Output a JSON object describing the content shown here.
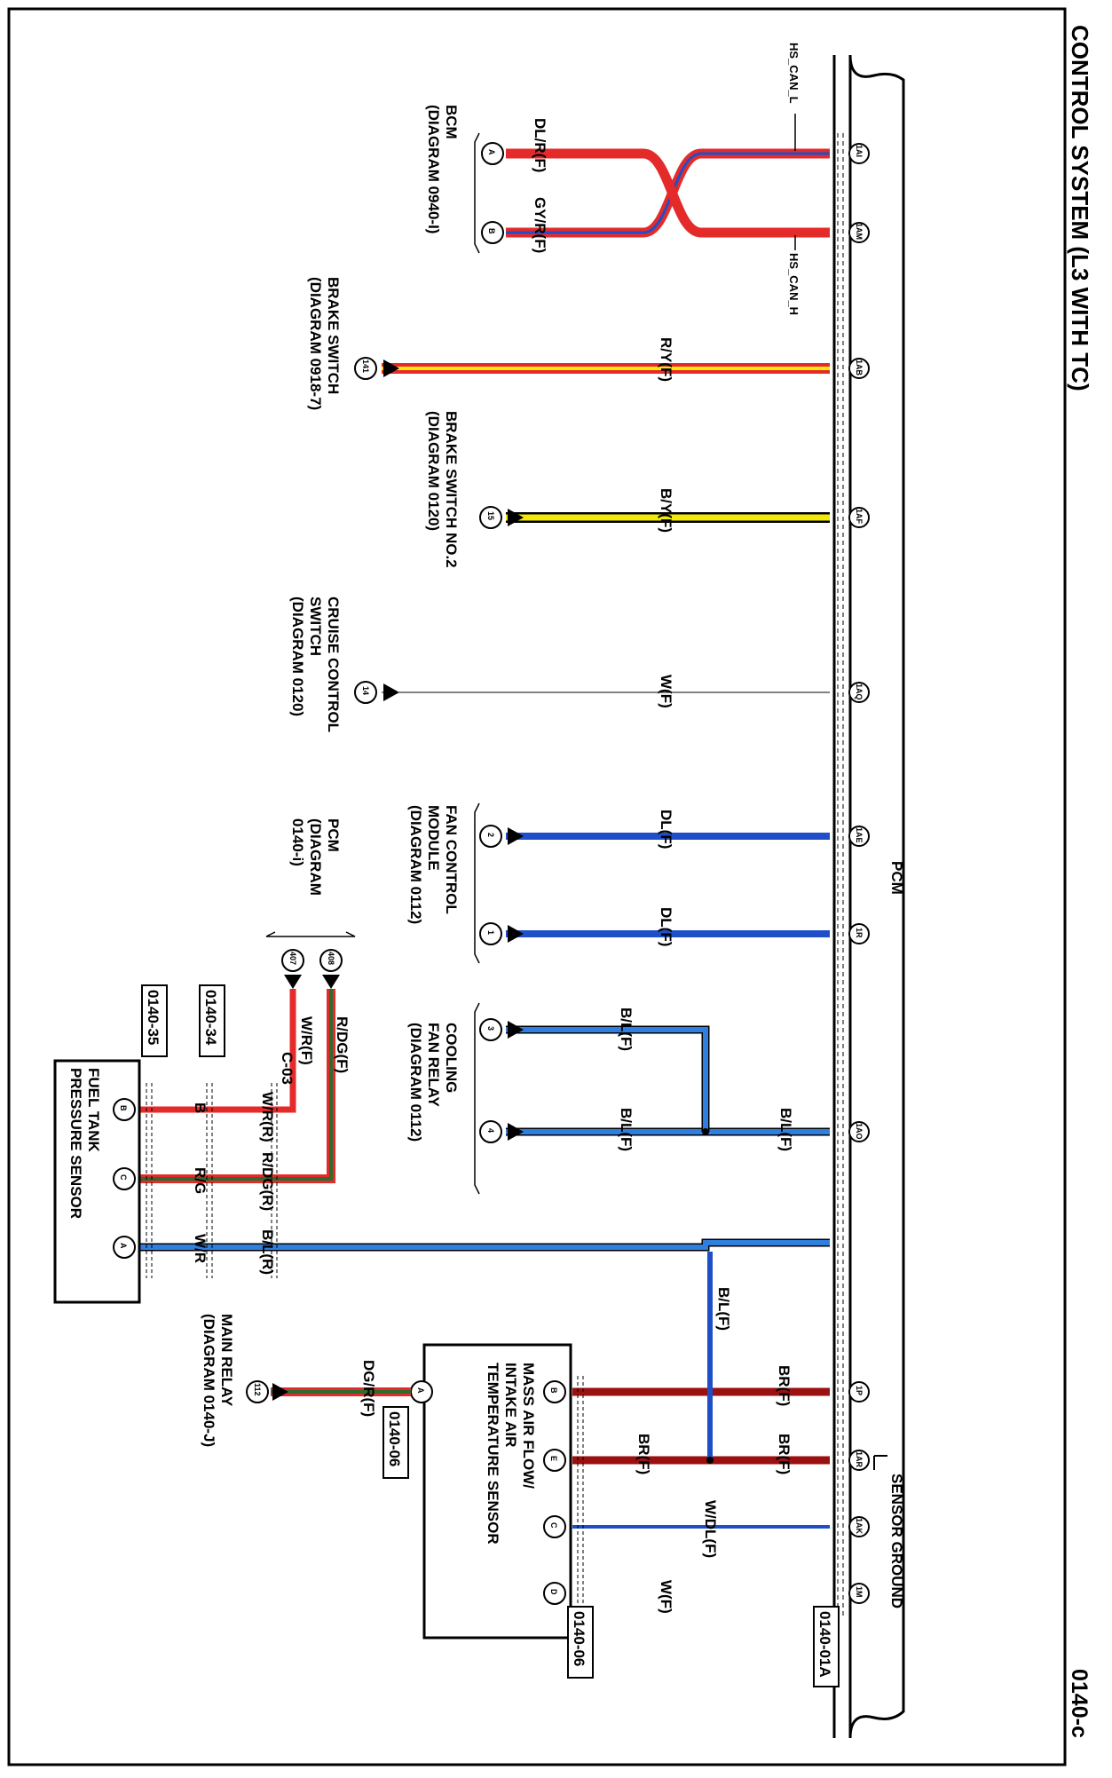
{
  "header": {
    "title": "CONTROL SYSTEM (L3 WITH TC)",
    "page_code": "0140-c"
  },
  "pcm": {
    "label": "PCM",
    "connector_ref": "0140-01A",
    "pins": [
      "1AI",
      "1AM",
      "1AB",
      "1AF",
      "1AQ",
      "1AE",
      "1R",
      "1AO",
      "1P",
      "1AR",
      "1AK",
      "1M"
    ],
    "hs_can_l": "HS_CAN_L",
    "hs_can_h": "HS_CAN_H",
    "sensor_ground": "SENSOR GROUND"
  },
  "bcm": {
    "name": "BCM",
    "ref": "(DIAGRAM 0940-I)",
    "pins": [
      "A",
      "B"
    ],
    "wires": [
      "DL/R(F)",
      "GY/R(F)"
    ]
  },
  "brake_switch": {
    "name": "BRAKE SWITCH",
    "ref": "(DIAGRAM 0918-7)",
    "pin": "141",
    "wire": "R/Y(F)"
  },
  "brake_switch_2": {
    "name": "BRAKE SWITCH NO.2",
    "ref": "(DIAGRAM 0120)",
    "pin": "15",
    "wire": "B/Y(F)"
  },
  "cruise": {
    "line1": "CRUISE CONTROL",
    "line2": "SWITCH",
    "ref": "(DIAGRAM 0120)",
    "pin": "14",
    "wire": "W(F)"
  },
  "fan_module": {
    "line1": "FAN CONTROL",
    "line2": "MODULE",
    "ref": "(DIAGRAM  0112)",
    "pins": [
      "2",
      "1"
    ],
    "wires": [
      "DL(F)",
      "DL(F)"
    ]
  },
  "pcm_ref": {
    "line1": "PCM",
    "line2": "(DIAGRAM",
    "line3": "0140-i)",
    "pins": [
      "408",
      "407"
    ]
  },
  "cooling": {
    "line1": "COOLING",
    "line2": "FAN RELAY",
    "ref": "(DIAGRAM  0112)",
    "pins": [
      "3",
      "4"
    ],
    "wire_main": "B/L(F)",
    "wire_3": "B/L(F)",
    "wire_4": "B/L(F)"
  },
  "fuel_sensor": {
    "line1": "FUEL TANK",
    "line2": "PRESSURE SENSOR",
    "pins": [
      "B",
      "C",
      "A"
    ],
    "wires_near": [
      "B",
      "R/G",
      "W/R"
    ],
    "wires_r": [
      "W/R(R)",
      "R/DG(R)",
      "B/L(R)"
    ],
    "wires_f": [
      "W/R(F)",
      "R/DG(F)"
    ],
    "joint": "C-03",
    "ref1": "0140-34",
    "ref2": "0140-35",
    "bl_wire": "B/L(F)"
  },
  "maf": {
    "line1": "MASS AIR FLOW/",
    "line2": "INTAKE AIR",
    "line3": "TEMPERATURE SENSOR",
    "pins": [
      "B",
      "E",
      "C",
      "D",
      "A"
    ],
    "wires": [
      "BR(F)",
      "BR(F)",
      "BR(F)",
      "W/DL(F)",
      "W(F)"
    ],
    "ref": "0140-06",
    "ref2": "0140-06",
    "main_relay": "MAIN RELAY",
    "main_relay_ref": "(DIAGRAM  0140-J)",
    "main_relay_pin": "112",
    "main_relay_wire": "DG/R(F)"
  },
  "colors": {
    "red": "#e52a2a",
    "blue": "#1f4fc8",
    "light_blue": "#2f7fe0",
    "yellow": "#f2e80a",
    "brown": "#9b1010",
    "green": "#2f9a2f"
  }
}
